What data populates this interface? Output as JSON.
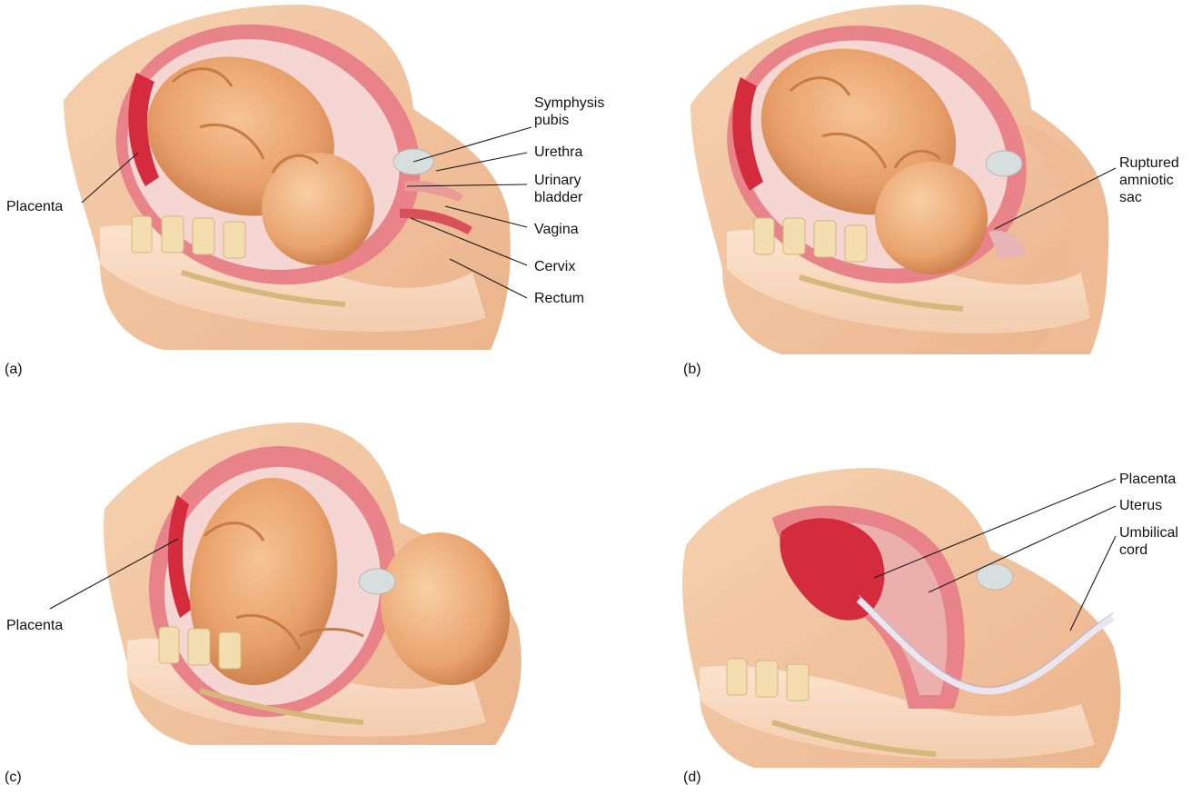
{
  "panels": [
    {
      "caption": "(a)",
      "labels": {
        "placenta": "Placenta",
        "symphysis_pubis": [
          "Symphysis",
          "pubis"
        ],
        "urethra": "Urethra",
        "urinary_bladder": [
          "Urinary",
          "bladder"
        ],
        "vagina": "Vagina",
        "cervix": "Cervix",
        "rectum": "Rectum"
      }
    },
    {
      "caption": "(b)",
      "labels": {
        "ruptured_amniotic_sac": [
          "Ruptured",
          "amniotic",
          "sac"
        ]
      }
    },
    {
      "caption": "(c)",
      "labels": {
        "placenta": "Placenta"
      }
    },
    {
      "caption": "(d)",
      "labels": {
        "placenta": "Placenta",
        "uterus": "Uterus",
        "umbilical_cord": [
          "Umbilical",
          "cord"
        ]
      }
    }
  ],
  "colors": {
    "skin": "#f3c9a3",
    "skin_shade": "#e7ad86",
    "uterine_wall": "#e9838a",
    "placenta": "#d42c3c",
    "fetus": "#eba56f",
    "fetus_shade": "#cf8450",
    "bone": "#f3deb0",
    "bone_edge": "#d6b77c",
    "cord": "#eae6f1"
  }
}
